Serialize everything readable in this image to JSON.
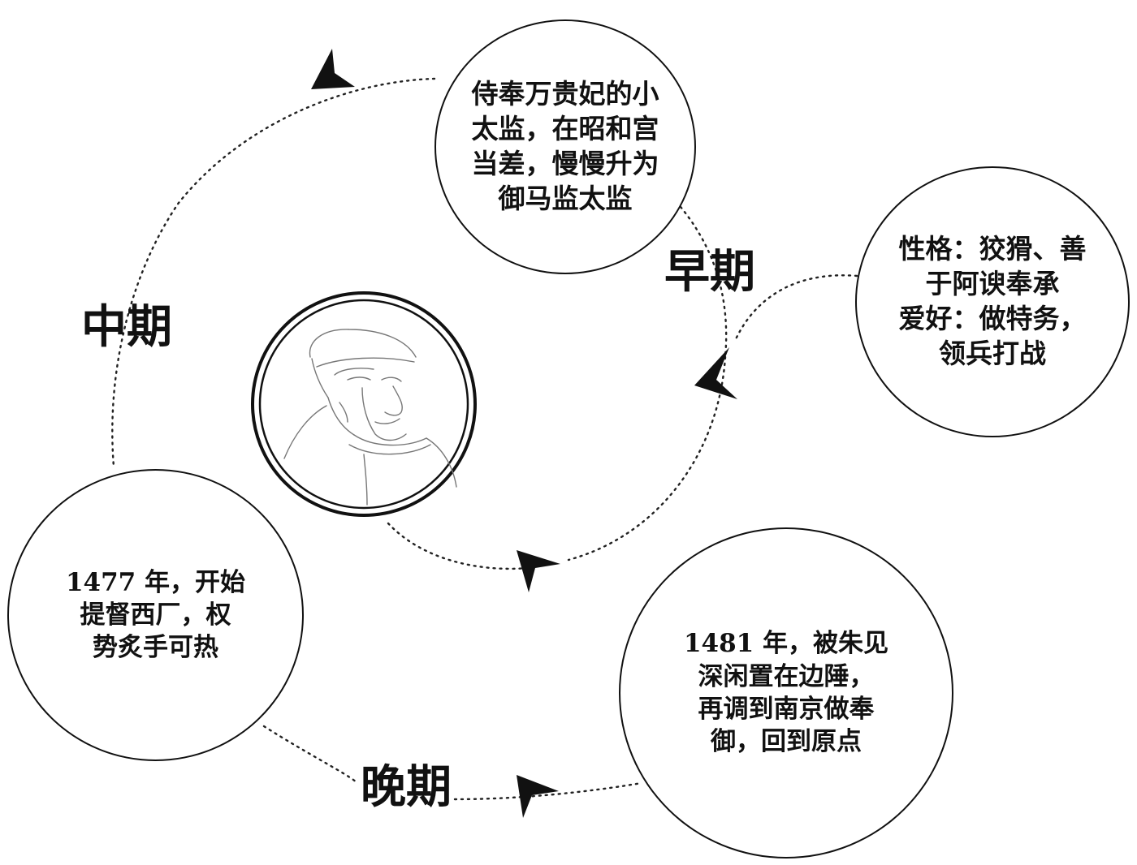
{
  "nodes": {
    "early_role": "侍奉万贵妃的小\n太监，在昭和宫\n当差，慢慢升为\n御马监太监",
    "traits": "性格：狡猾、善\n于阿谀奉承\n爱好：做特务，\n领兵打战",
    "mid_power": "1477 年，开始\n提督西厂，权\n势炙手可热",
    "late_fall": "1481 年，被朱见\n深闲置在边陲，\n再调到南京做奉\n御，回到原点"
  },
  "phases": {
    "early": "早期",
    "middle": "中期",
    "late": "晚期"
  },
  "colors": {
    "ink": "#111111",
    "background": "#ffffff"
  }
}
